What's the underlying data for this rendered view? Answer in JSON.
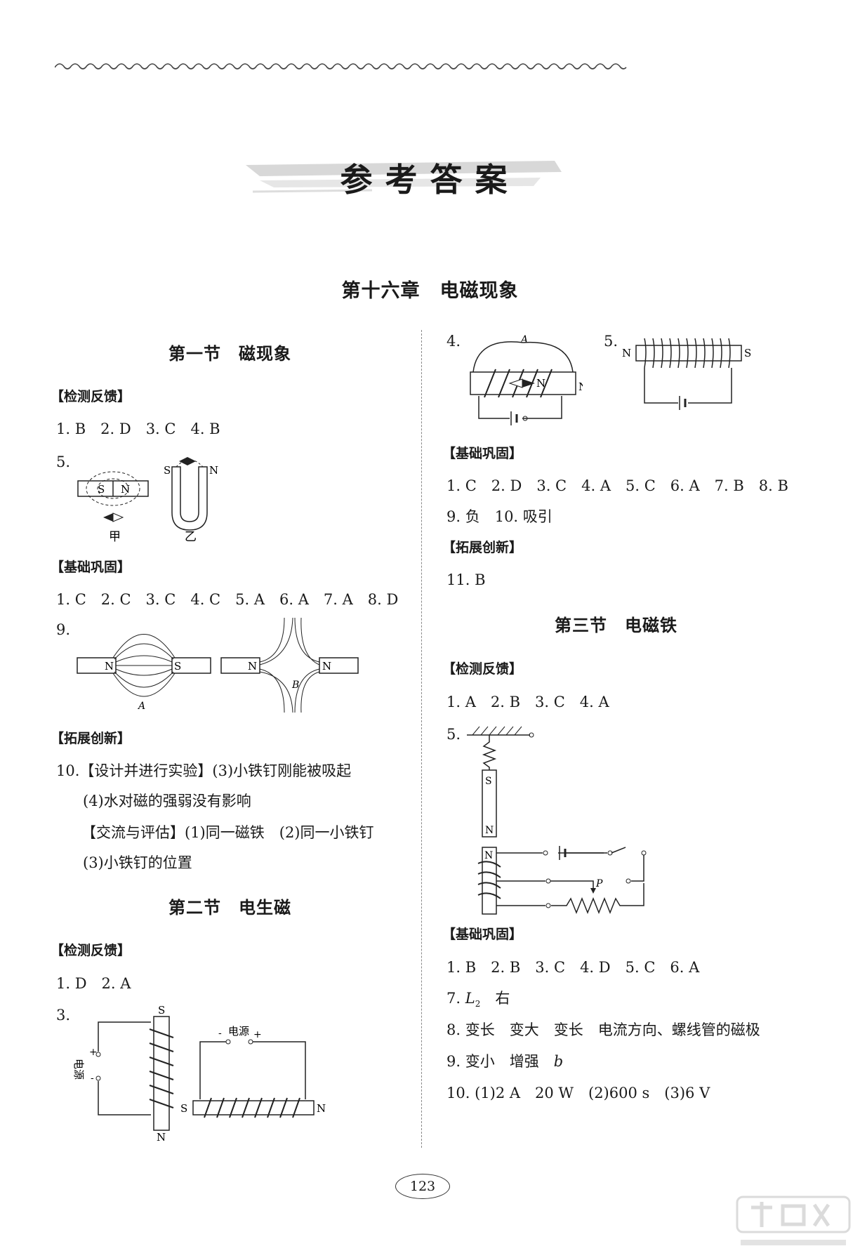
{
  "main_title": "参考答案",
  "chapter_title": "第十六章　电磁现象",
  "page_number": "123",
  "left": {
    "section1_title": "第一节　磁现象",
    "tag_jiance1": "【检测反馈】",
    "ans_1_4": "1. B　2. D　3. C　4. B",
    "q5": "5.",
    "fig5_jia": "甲",
    "fig5_yi": "乙",
    "fig5_S": "S",
    "fig5_N": "N",
    "fig5_S2": "S",
    "fig5_N2": "N",
    "tag_jichu1": "【基础巩固】",
    "ans_1_8": "1. C　2. C　3. C　4. C　5. A　6. A　7. A　8. D",
    "q9": "9.",
    "fig9_N1": "N",
    "fig9_S1": "S",
    "fig9_A": "A",
    "fig9_N2": "N",
    "fig9_N3": "N",
    "fig9_B": "B",
    "tag_tuozhan1": "【拓展创新】",
    "ans10_l1": "10.【设计并进行实验】(3)小铁钉刚能被吸起",
    "ans10_l2": "(4)水对磁的强弱没有影响",
    "ans10_l3": "【交流与评估】(1)同一磁铁　(2)同一小铁钉",
    "ans10_l4": "(3)小铁钉的位置",
    "section2_title": "第二节　电生磁",
    "tag_jiance2": "【检测反馈】",
    "ans2_1_2": "1. D　2. A",
    "q3": "3.",
    "fig3_dianyuan": "电源",
    "fig3_plus": "+",
    "fig3_minus": "-",
    "fig3_S": "S",
    "fig3_N": "N",
    "fig3b_dianyuan": "电源",
    "fig3b_minus": "-",
    "fig3b_plus": "+",
    "fig3b_S": "S",
    "fig3b_N": "N"
  },
  "right": {
    "q4": "4.",
    "fig4_A": "A",
    "fig4_N": "N",
    "fig4_N2": "N",
    "q5": "5.",
    "fig5_N": "N",
    "fig5_S": "S",
    "tag_jichu2": "【基础巩固】",
    "ans_1_8": "1. C　2. D　3. C　4. A　5. C　6. A　7. B　8. B",
    "ans_9_10": "9. 负　10. 吸引",
    "tag_tuozhan2": "【拓展创新】",
    "ans_11": "11. B",
    "section3_title": "第三节　电磁铁",
    "tag_jiance3": "【检测反馈】",
    "ans3_1_4": "1. A　2. B　3. C　4. A",
    "q5b": "5.",
    "fig5b_S": "S",
    "fig5b_N": "N",
    "fig5b_N2": "N",
    "fig5b_P": "P",
    "tag_jichu3": "【基础巩固】",
    "ans3_1_6": "1. B　2. B　3. C　4. D　5. C　6. A",
    "ans3_7_prefix": "7.",
    "ans3_7_L": "L",
    "ans3_7_sub": "2",
    "ans3_7_rest": "　右",
    "ans3_8": "8. 变长　变大　变长　电流方向、螺线管的磁极",
    "ans3_9_prefix": "9. 变小　增强　",
    "ans3_9_b": "b",
    "ans3_10": "10. (1)2 A　20 W　(2)600 s　(3)6 V"
  },
  "watermark": "答案圈 MXQE.COM"
}
